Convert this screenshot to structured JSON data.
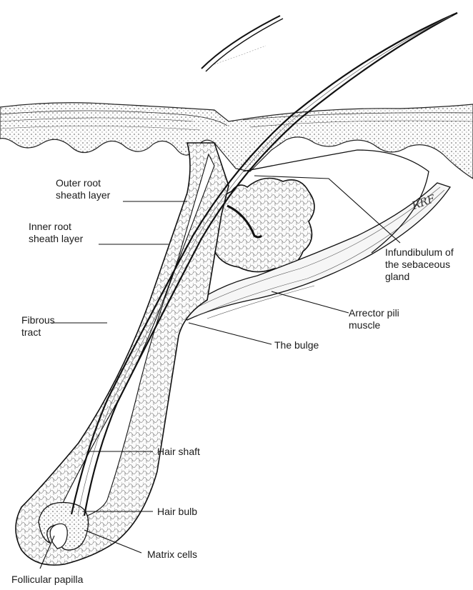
{
  "figure": {
    "signature": "RRF",
    "labels": {
      "outer_root_sheath": [
        "Outer root",
        "sheath layer"
      ],
      "inner_root_sheath": [
        "Inner root",
        "sheath layer"
      ],
      "fibrous_tract": [
        "Fibrous",
        "tract"
      ],
      "infundibulum": [
        "Infundibulum of",
        "the sebaceous",
        "gland"
      ],
      "arrector_pili": [
        "Arrector pili",
        "muscle"
      ],
      "bulge": "The bulge",
      "hair_shaft": "Hair shaft",
      "hair_bulb": "Hair bulb",
      "matrix_cells": "Matrix cells",
      "follicular_papilla": "Follicular papilla"
    }
  }
}
